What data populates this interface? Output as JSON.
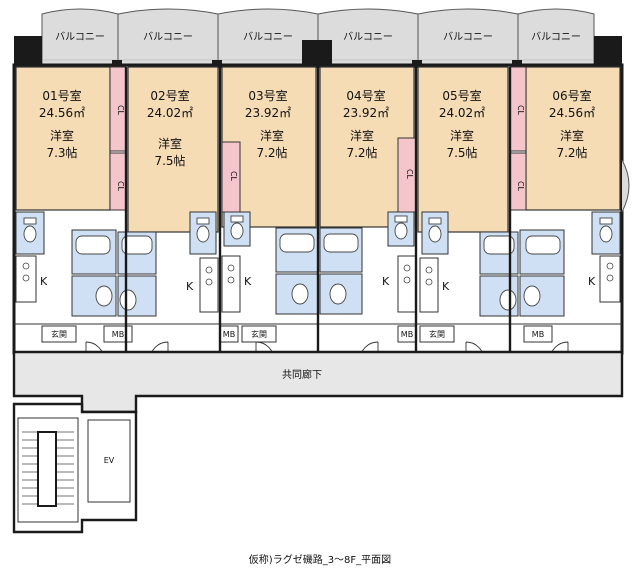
{
  "balcony_label": "バルコニー",
  "units": [
    {
      "id": "01",
      "name": "01号室",
      "area": "24.56㎡",
      "room": "洋室",
      "size": "7.3帖"
    },
    {
      "id": "02",
      "name": "02号室",
      "area": "24.02㎡",
      "room": "洋室",
      "size": "7.5帖"
    },
    {
      "id": "03",
      "name": "03号室",
      "area": "23.92㎡",
      "room": "洋室",
      "size": "7.2帖"
    },
    {
      "id": "04",
      "name": "04号室",
      "area": "23.92㎡",
      "room": "洋室",
      "size": "7.2帖"
    },
    {
      "id": "05",
      "name": "05号室",
      "area": "24.02㎡",
      "room": "洋室",
      "size": "7.5帖"
    },
    {
      "id": "06",
      "name": "06号室",
      "area": "24.56㎡",
      "room": "洋室",
      "size": "7.2帖"
    }
  ],
  "closet_label": "CL",
  "kitchen_label": "K",
  "entrance_label": "玄関",
  "meter_box_label": "MB",
  "corridor_label": "共同廊下",
  "elevator_label": "EV",
  "caption": "仮称)ラグゼ磯路_3～8F_平面図",
  "colors": {
    "room_fill": "#f5dcb5",
    "closet_fill": "#f4c6cc",
    "wet_fill": "#cfe0f4",
    "corridor_fill": "#e7e7e7",
    "balcony_fill": "#dcdcdc",
    "wall": "#1a1a1a"
  }
}
